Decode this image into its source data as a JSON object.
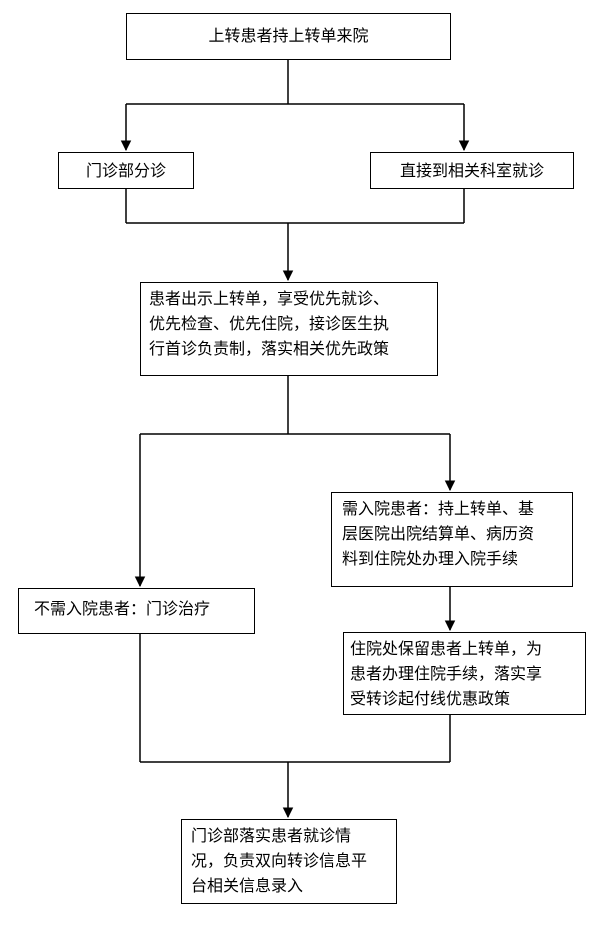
{
  "nodes": {
    "start": {
      "text": "上转患者持上转单来院"
    },
    "outpatient_triage": {
      "text": "门诊部分诊"
    },
    "direct_department": {
      "text": "直接到相关科室就诊"
    },
    "show_referral": {
      "lines": [
        "患者出示上转单，享受优先就诊、",
        "优先检查、优先住院，接诊医生执",
        "行首诊负责制，落实相关优先政策"
      ]
    },
    "needs_admission": {
      "lines": [
        "需入院患者：持上转单、基",
        "层医院出院结算单、病历资",
        "料到住院处办理入院手续"
      ]
    },
    "no_admission": {
      "text": "不需入院患者：门诊治疗"
    },
    "admission_office": {
      "lines": [
        "住院处保留患者上转单，为",
        "患者办理住院手续，落实享",
        "受转诊起付线优惠政策"
      ]
    },
    "outpatient_record": {
      "lines": [
        "门诊部落实患者就诊情",
        "况，负责双向转诊信息平",
        "台相关信息录入"
      ]
    }
  }
}
